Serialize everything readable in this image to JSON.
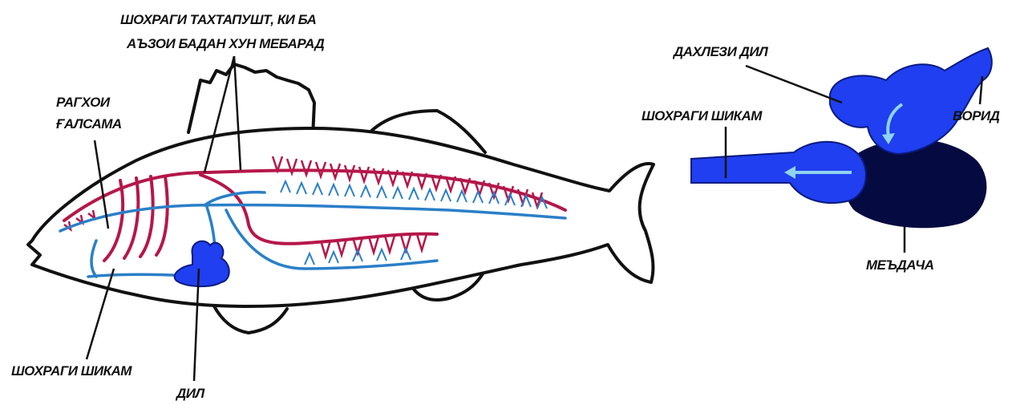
{
  "labels": {
    "top_line1": "ШОХРАГИ ТАХТАПУШТ, КИ БА",
    "top_line2": "АЪЗОИ БАДАН ХУН МЕБАРАД",
    "gills_line1": "РАГХОИ",
    "gills_line2": "ҒАЛСАМА",
    "ventral_aorta_left": "ШОХРАГИ ШИКАМ",
    "heart": "ДИЛ",
    "atrium": "ДАХЛЕЗИ ДИЛ",
    "ventral_aorta_right": "ШОХРАГИ ШИКАМ",
    "vein": "ВОРИД",
    "ventricle": "МЕЪДАЧА"
  },
  "colors": {
    "outline": "#111111",
    "arterial": "#b5174a",
    "venous": "#2a7fc8",
    "heart_blue": "#1f3ff0",
    "heart_dark": "#050a40",
    "flow_arrow": "#8fd3f0"
  }
}
